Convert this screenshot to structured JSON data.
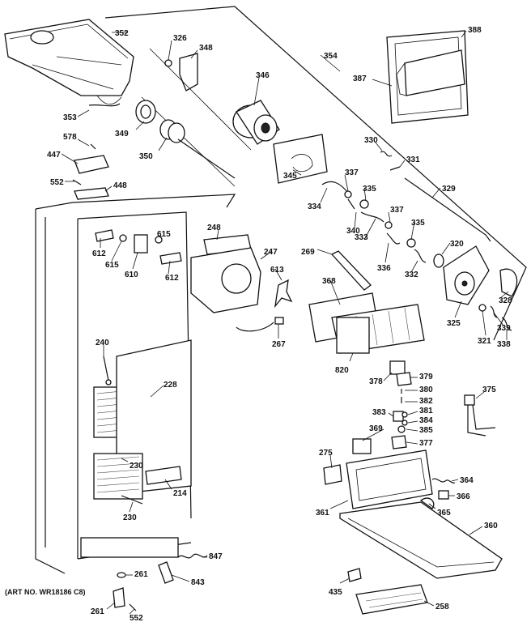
{
  "art_number": "(ART NO. WR18186 C8)",
  "labels": [
    {
      "id": "l352",
      "text": "352"
    },
    {
      "id": "l326",
      "text": "326"
    },
    {
      "id": "l348",
      "text": "348"
    },
    {
      "id": "l346",
      "text": "346"
    },
    {
      "id": "l353",
      "text": "353"
    },
    {
      "id": "l349",
      "text": "349"
    },
    {
      "id": "l350",
      "text": "350"
    },
    {
      "id": "l578",
      "text": "578"
    },
    {
      "id": "l447",
      "text": "447"
    },
    {
      "id": "l552a",
      "text": "552"
    },
    {
      "id": "l448",
      "text": "448"
    },
    {
      "id": "l354",
      "text": "354"
    },
    {
      "id": "l388",
      "text": "388"
    },
    {
      "id": "l387",
      "text": "387"
    },
    {
      "id": "l330",
      "text": "330"
    },
    {
      "id": "l331",
      "text": "331"
    },
    {
      "id": "l345",
      "text": "345"
    },
    {
      "id": "l337a",
      "text": "337"
    },
    {
      "id": "l335a",
      "text": "335"
    },
    {
      "id": "l334",
      "text": "334"
    },
    {
      "id": "l329",
      "text": "329"
    },
    {
      "id": "l337b",
      "text": "337"
    },
    {
      "id": "l335b",
      "text": "335"
    },
    {
      "id": "l340",
      "text": "340"
    },
    {
      "id": "l333",
      "text": "333"
    },
    {
      "id": "l320",
      "text": "320"
    },
    {
      "id": "l336",
      "text": "336"
    },
    {
      "id": "l332",
      "text": "332"
    },
    {
      "id": "l269",
      "text": "269"
    },
    {
      "id": "l248",
      "text": "248"
    },
    {
      "id": "l247",
      "text": "247"
    },
    {
      "id": "l612a",
      "text": "612"
    },
    {
      "id": "l615a",
      "text": "615"
    },
    {
      "id": "l615b",
      "text": "615"
    },
    {
      "id": "l610",
      "text": "610"
    },
    {
      "id": "l612b",
      "text": "612"
    },
    {
      "id": "l613",
      "text": "613"
    },
    {
      "id": "l368",
      "text": "368"
    },
    {
      "id": "l328",
      "text": "328"
    },
    {
      "id": "l325",
      "text": "325"
    },
    {
      "id": "l321",
      "text": "321"
    },
    {
      "id": "l339",
      "text": "339"
    },
    {
      "id": "l338",
      "text": "338"
    },
    {
      "id": "l267",
      "text": "267"
    },
    {
      "id": "l240",
      "text": "240"
    },
    {
      "id": "l228",
      "text": "228"
    },
    {
      "id": "l820",
      "text": "820"
    },
    {
      "id": "l378",
      "text": "378"
    },
    {
      "id": "l379",
      "text": "379"
    },
    {
      "id": "l380",
      "text": "380"
    },
    {
      "id": "l382",
      "text": "382"
    },
    {
      "id": "l383",
      "text": "383"
    },
    {
      "id": "l381",
      "text": "381"
    },
    {
      "id": "l384",
      "text": "384"
    },
    {
      "id": "l385",
      "text": "385"
    },
    {
      "id": "l375",
      "text": "375"
    },
    {
      "id": "l369",
      "text": "369"
    },
    {
      "id": "l377",
      "text": "377"
    },
    {
      "id": "l275",
      "text": "275"
    },
    {
      "id": "l230a",
      "text": "230"
    },
    {
      "id": "l214",
      "text": "214"
    },
    {
      "id": "l230b",
      "text": "230"
    },
    {
      "id": "l364",
      "text": "364"
    },
    {
      "id": "l366",
      "text": "366"
    },
    {
      "id": "l361",
      "text": "361"
    },
    {
      "id": "l365",
      "text": "365"
    },
    {
      "id": "l360",
      "text": "360"
    },
    {
      "id": "l847",
      "text": "847"
    },
    {
      "id": "l261a",
      "text": "261"
    },
    {
      "id": "l843",
      "text": "843"
    },
    {
      "id": "l261b",
      "text": "261"
    },
    {
      "id": "l552b",
      "text": "552"
    },
    {
      "id": "l435",
      "text": "435"
    },
    {
      "id": "l258",
      "text": "258"
    }
  ]
}
